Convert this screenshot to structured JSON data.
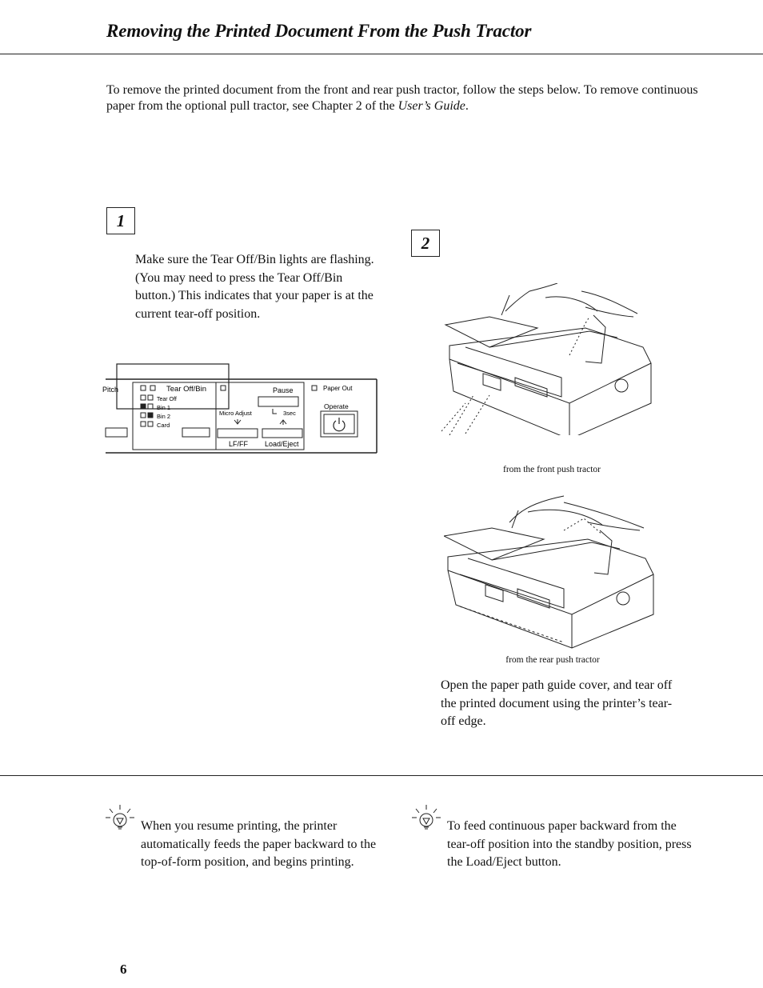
{
  "header": {
    "title": "Removing the Printed Document From the Push Tractor"
  },
  "intro": {
    "text_before": "To remove the printed document from the front and rear push tractor, follow the steps below. To remove continuous paper from the optional pull tractor, see Chapter 2 of the ",
    "guide_name": "User’s Guide",
    "text_after": "."
  },
  "step1": {
    "number": "1",
    "text": "Make sure the Tear Off/Bin lights are flashing. (You may need to press the Tear Off/Bin button.) This indicates that your paper is at the current tear-off position.",
    "panel": {
      "pitch": "Pitch",
      "tear_off_bin": "Tear Off/Bin",
      "tear_off": "Tear Off",
      "bin1": "Bin 1",
      "bin2": "Bin 2",
      "card": "Card",
      "pause": "Pause",
      "micro_adjust": "Micro Adjust",
      "three_sec": "3sec",
      "lf_ff": "LF/FF",
      "load_eject": "Load/Eject",
      "paper_out": "Paper Out",
      "operate": "Operate"
    }
  },
  "step2": {
    "number": "2",
    "caption_front": "from the front push tractor",
    "caption_rear": "from the rear push tractor",
    "text": "Open the paper path guide cover, and tear off the printed document using the printer’s tear-off edge."
  },
  "notes": [
    {
      "text": "When you resume printing, the printer automatically feeds the paper backward to the top-of-form position, and begins printing."
    },
    {
      "text": "To feed continuous paper backward from the tear-off position into the standby position, press the Load/Eject button."
    }
  ],
  "footer": {
    "page_number": "6"
  }
}
